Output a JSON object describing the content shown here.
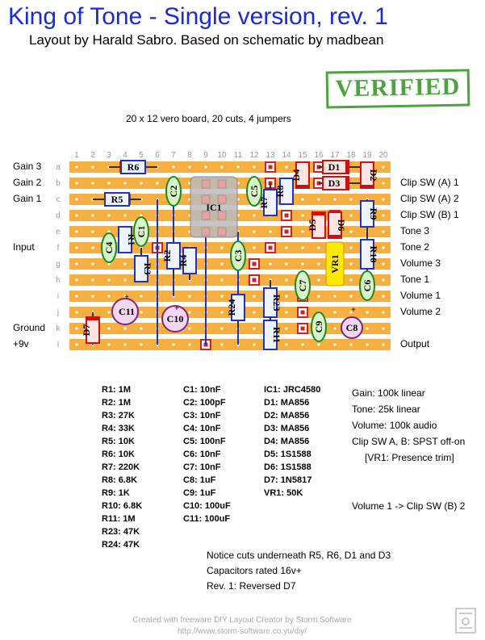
{
  "header": {
    "title": "King of Tone - Single version, rev. 1",
    "subtitle": "Layout by Harald Sabro. Based on schematic by madbean",
    "stamp": "VERIFIED",
    "board_info": "20 x 12 vero board, 20 cuts, 4 jumpers"
  },
  "board": {
    "columns": [
      "1",
      "2",
      "3",
      "4",
      "5",
      "6",
      "7",
      "8",
      "9",
      "10",
      "11",
      "12",
      "13",
      "14",
      "15",
      "16",
      "17",
      "18",
      "19",
      "20"
    ],
    "rows": [
      "a",
      "b",
      "c",
      "d",
      "e",
      "f",
      "g",
      "h",
      "i",
      "j",
      "k",
      "l"
    ],
    "strip_color": "#f5b041",
    "cut_color": "#d62020"
  },
  "left_labels": [
    "Gain 3",
    "Gain 2",
    "Gain 1",
    "Input",
    "Ground",
    "+9v"
  ],
  "right_labels": [
    "Clip SW (A) 1",
    "Clip SW (A) 2",
    "Clip SW (B) 1",
    "Tone 3",
    "Tone 2",
    "Volume 3",
    "Tone 1",
    "Volume 1",
    "Volume 2",
    "Output"
  ],
  "components": {
    "resistors": [
      "R6",
      "R5",
      "R1",
      "R3",
      "R2",
      "R4",
      "R7",
      "R8",
      "R9",
      "R10",
      "R24",
      "R23",
      "R11"
    ],
    "diodes": [
      "D1",
      "D2",
      "D3",
      "D4",
      "D5",
      "D6",
      "D7"
    ],
    "film_caps": [
      "C2",
      "C1",
      "C4",
      "C5",
      "C3",
      "C7",
      "C6",
      "C9"
    ],
    "electrolytics": [
      "C11",
      "C10",
      "C8"
    ],
    "ic": "IC1",
    "trimmer": "VR1"
  },
  "bom": {
    "resistors": "R1: 1M\nR2: 1M\nR3: 27K\nR4: 33K\nR5: 10K\nR6: 10K\nR7: 220K\nR8: 6.8K\nR9: 1K\nR10: 6.8K\nR11: 1M\nR23: 47K\nR24: 47K",
    "capacitors": "C1: 10nF\nC2: 100pF\nC3: 10nF\nC4: 10nF\nC5: 100nF\nC6: 10nF\nC7: 10nF\nC8: 1uF\nC9: 1uF\nC10: 100uF\nC11: 100uF",
    "semis": "IC1: JRC4580\nD1: MA856\nD2: MA856\nD3: MA856\nD4: MA856\nD5: 1S1588\nD6: 1S1588\nD7: 1N5817\nVR1: 50K"
  },
  "specs": [
    "Gain: 100k linear",
    "Tone: 25k linear",
    "Volume: 100k audio",
    "Clip SW A, B: SPST off-on",
    "[VR1: Presence trim]"
  ],
  "wiring_note": "Volume 1 -> Clip SW (B) 2",
  "notes": [
    "Notice cuts underneath R5, R6, D1 and D3",
    "Capacitors rated 16v+",
    "Rev. 1: Reversed D7"
  ],
  "footer": {
    "line1": "Created with freeware DIY Layout Creator by Storm Software",
    "line2": "http://www.storm-software.co.yu/diy/"
  }
}
